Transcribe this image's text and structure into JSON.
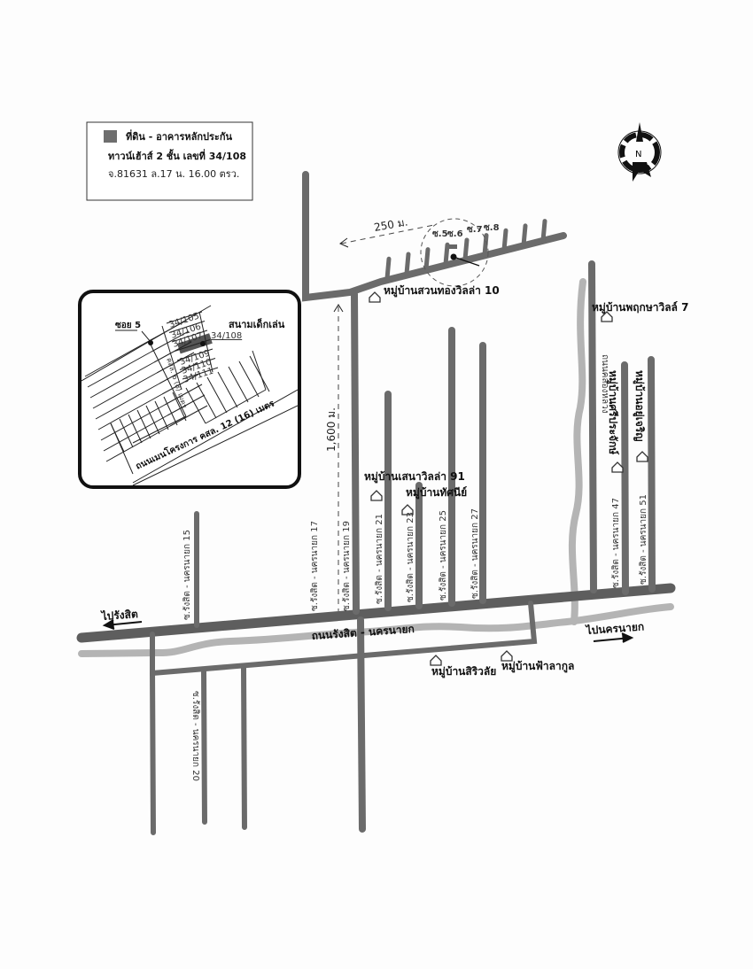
{
  "legend": {
    "line1": "ที่ดิน - อาคารหลักประกัน",
    "line2": "ทาวน์เฮ้าส์ 2 ชั้น  เลขที่ 34/108",
    "line3": "จ.81631   ล.17   น. 16.00 ตรว.",
    "swatch_color": "#6e6e6e"
  },
  "compass": {
    "label": "N"
  },
  "inset": {
    "soi": "ซอย 5",
    "playground": "สนามเด็กเล่น",
    "target": "34/108",
    "units": [
      "34/105",
      "34/106",
      "34/107",
      "34/109",
      "34/110",
      "34/111"
    ],
    "main_road": "ถนนเมนโครงการ คสล. 12 (16) เมตร",
    "side_road": "คสล. 6 (8) เมตร"
  },
  "top": {
    "distance": "250 ม.",
    "sois": [
      "ซ.5",
      "ซ.6",
      "ซ.7",
      "ซ.8"
    ],
    "village": "หมู่บ้านสวนทองวิลล่า 10"
  },
  "distance_vertical": "1,600 ม.",
  "villages": {
    "pruksa": "หมู่บ้านพฤกษาวิลล์ 7",
    "sena": "หมู่บ้านเสนาวิลล่า 91",
    "tassanee": "หมู่บ้านทัศนีย์",
    "siri": "หมู่บ้านสิริวลัย",
    "fa": "หมู่บ้านฟ้าลากูล",
    "sri": "หมู่บ้านศรีประจักษ์",
    "yu": "หมู่บ้านอยู่เจริญ"
  },
  "roads": {
    "main": "ถนนรังสิต - นครนายก",
    "to_rangsit": "ไปรังสิต",
    "to_nakhon": "ไปนครนายก",
    "khlong": "ถนนคลองหลวง",
    "s15": "ซ.รังสิต - นครนายก 15",
    "s17": "ซ.รังสิต - นครนายก 17",
    "s19": "ซ.รังสิต - นครนายก 19",
    "s20": "ซ.รังสิต - นครนายก 20",
    "s21": "ซ.รังสิต - นครนายก 21",
    "s23": "ซ.รังสิต - นครนายก 23",
    "s25": "ซ.รังสิต - นครนายก 25",
    "s27": "ซ.รังสิต - นครนายก 27",
    "s47": "ซ.รังสิต - นครนายก 47",
    "s51": "ซ.รังสิต - นครนายก 51"
  }
}
